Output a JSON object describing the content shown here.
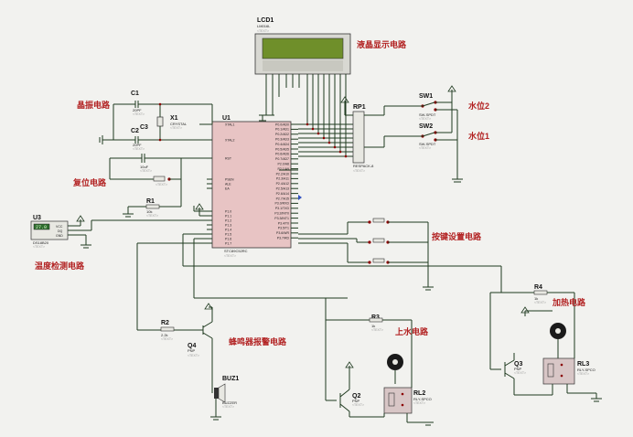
{
  "section_labels": {
    "lcd": "液晶显示电路",
    "crystal": "晶振电路",
    "reset": "复位电路",
    "temp": "温度检测电路",
    "keys": "按键设置电路",
    "buzzer": "蜂鸣器报警电路",
    "water_pump": "上水电路",
    "heating": "加热电路",
    "level2": "水位2",
    "level1": "水位1"
  },
  "components": {
    "lcd1": {
      "ref": "LCD1",
      "model": "LM016L"
    },
    "u1": {
      "ref": "U1",
      "model": "STC89C52RC"
    },
    "u3": {
      "ref": "U3",
      "model": "DS18B20",
      "display": "27.0"
    },
    "c1": {
      "ref": "C1",
      "value": "20PF"
    },
    "c2": {
      "ref": "C2",
      "value": "20PF"
    },
    "c3": {
      "ref": "C3",
      "value": "10uF"
    },
    "x1": {
      "ref": "X1",
      "value": "CRYSTAL"
    },
    "r1": {
      "ref": "R1",
      "value": "10k"
    },
    "r2": {
      "ref": "R2",
      "value": "2.2k"
    },
    "r3": {
      "ref": "R3",
      "value": "1k"
    },
    "r4": {
      "ref": "R4",
      "value": "1k"
    },
    "rp1": {
      "ref": "RP1",
      "value": "RESPACK-8"
    },
    "sw1": {
      "ref": "SW1",
      "value": "SW-SPDT"
    },
    "sw2": {
      "ref": "SW2",
      "value": "SW-SPDT"
    },
    "q2": {
      "ref": "Q2",
      "value": "PNP"
    },
    "q3": {
      "ref": "Q3",
      "value": "PNP"
    },
    "q4": {
      "ref": "Q4",
      "value": "PNP"
    },
    "rl2": {
      "ref": "RL2",
      "value": "RLY-SPCO"
    },
    "rl3": {
      "ref": "RL3",
      "value": "RLY-SPCO"
    },
    "buz1": {
      "ref": "BUZ1",
      "value": "BUZZER"
    }
  },
  "text_placeholder": "<TEXT>",
  "u1_left_pins": [
    "XTAL1",
    "XTAL2",
    "RST",
    "PSEN",
    "ALE",
    "EA",
    "P1.0",
    "P1.1",
    "P1.2",
    "P1.3",
    "P1.4",
    "P1.5",
    "P1.6",
    "P1.7"
  ],
  "u1_right_pins": [
    "P0.0/AD0",
    "P0.1/AD1",
    "P0.2/AD2",
    "P0.3/AD3",
    "P0.4/AD4",
    "P0.5/AD5",
    "P0.6/AD6",
    "P0.7/AD7",
    "P2.0/A8",
    "P2.1/A9",
    "P2.2/A10",
    "P2.3/A11",
    "P2.4/A12",
    "P2.5/A13",
    "P2.6/A14",
    "P2.7/A15",
    "P3.0/RXD",
    "P3.1/TXD",
    "P3.2/INT0",
    "P3.3/INT1",
    "P3.4/T0",
    "P3.5/T1",
    "P3.6/WR",
    "P3.7/RD"
  ],
  "u3_pins": [
    "VCC",
    "DQ",
    "GND"
  ],
  "colors": {
    "label": "#b22222",
    "wire": "#1f3a1f",
    "mcu_body": "#e8c4c4",
    "lcd_screen": "#6f8f2a",
    "relay": "#d8c6c6"
  }
}
